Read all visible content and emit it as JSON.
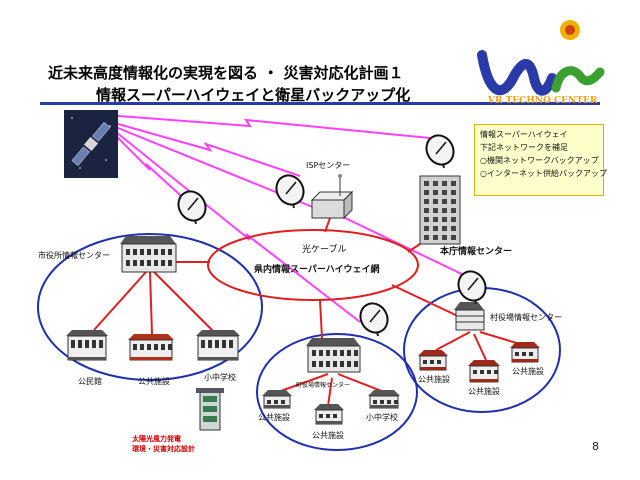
{
  "slide": {
    "title_line1": "近未来高度情報化の実現を図る ・ 災害対応化計画１",
    "title_line2": "情報スーパーハイウェイと衛星バックアップ化",
    "page_number": "8"
  },
  "logo": {
    "caption": "VR TECHNO CENTER"
  },
  "info_box": {
    "lines": [
      "情報スーパーハイウェイ",
      "下記ネットワークを補足",
      "○機関ネットワークバックアップ",
      "○インターネット供給バックアップ"
    ]
  },
  "labels": {
    "isp_center": "ISPセンター",
    "hq_center": "本庁情報センター",
    "fiber_cable": "光ケーブル",
    "highway_network": "県内情報スーパーハイウェイ網",
    "city_center": "市役所情報センター",
    "town_center": "町役場情報センター",
    "village_center": "村役場情報センター",
    "community_hall": "公民館",
    "public_facility": "公共施設",
    "school": "小中学校",
    "solar_line1": "太陽光風力発電",
    "solar_line2": "環境・災害対応設計"
  },
  "colors": {
    "ring_blue": "#1f2fb0",
    "link_red": "#e02020",
    "beam_magenta": "#ff40ff",
    "rule_blue": "#2a3aa8"
  }
}
